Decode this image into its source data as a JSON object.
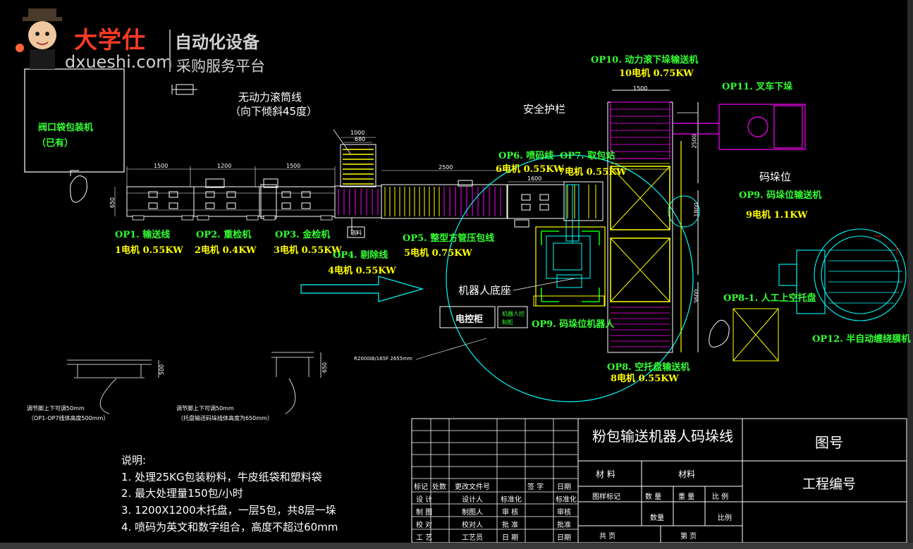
{
  "logo": {
    "brand": "大学仕",
    "domain": "dxueshi.com",
    "line1": "自动化设备",
    "line2": "采购服务平台"
  },
  "machine_labels": {
    "bagger": [
      "阀口袋包装机",
      "（已有）"
    ],
    "roller_note": [
      "无动力滚筒线",
      "（向下倾斜45度）"
    ],
    "guardrail": "安全护栏",
    "palletize_pos": "码垛位",
    "robot_base": "机器人底座",
    "control_cabinet": "电控柜",
    "robot_cabinet": [
      "机器人控",
      "制柜"
    ],
    "reject_sign": "剔料",
    "robot_model": "R2000iB/165F  2655mm"
  },
  "op_labels": [
    {
      "name": "OP1. 输送线",
      "motor": "1电机 0.55KW"
    },
    {
      "name": "OP2. 重检机",
      "motor": "2电机 0.4KW"
    },
    {
      "name": "OP3. 金检机",
      "motor": "3电机 0.55KW"
    },
    {
      "name": "OP4. 剔除线",
      "motor": "4电机 0.55KW"
    },
    {
      "name": "OP5. 整型方管压包线",
      "motor": "5电机 0.75KW"
    },
    {
      "name": "OP6. 喷码线",
      "motor": "6电机 0.55KW"
    },
    {
      "name": "OP7. 取包站",
      "motor": "7电机 0.55KW"
    },
    {
      "name": "OP8. 空托盘输送机",
      "motor": "8电机 0.55KW"
    },
    {
      "name": "OP8-1. 人工上空托盘"
    },
    {
      "name": "OP9. 码垛位输送机",
      "motor": "9电机 1.1KW"
    },
    {
      "name": "OP9. 码垛位机器人"
    },
    {
      "name": "OP10. 动力滚下垛输送机",
      "motor": "10电机 0.75KW"
    },
    {
      "name": "OP11. 叉车下垛"
    },
    {
      "name": "OP12. 半自动缠绕膜机"
    }
  ],
  "dimensions": {
    "d1500a": "1500",
    "d1200": "1200",
    "d1500b": "1500",
    "d1000": "1000",
    "d680": "680",
    "d2500": "2500",
    "d1600": "1600",
    "d1500c": "1500",
    "d2500v": "2500",
    "d1800": "1800",
    "d3600": "3600",
    "d650": "650",
    "d500": "500",
    "d650b": "650"
  },
  "leg_notes": {
    "left": [
      "调节脚上下可调50mm",
      "（OP1-OP7线体高度500mm）"
    ],
    "right": [
      "调节脚上下可调50mm",
      "（托盘输送码垛线体高度为650mm）"
    ]
  },
  "notes": {
    "title": "说明:",
    "items": [
      "1.  处理25KG包装粉料，牛皮纸袋和塑料袋",
      "2.  最大处理量150包/小时",
      "3.  1200X1200木托盘，一层5包，共8层一垛",
      "4.  喷码为英文和数字组合，高度不超过60mm"
    ]
  },
  "title_block": {
    "drawing_title": "粉包输送机器人码垛线",
    "drawing_no_label": "图号",
    "project_no_label": "工程编号",
    "material_label": "材  料",
    "material_value": "材料",
    "row_header": [
      "标记",
      "处数",
      "更改文件号",
      "签  字",
      "日期"
    ],
    "sign_rows": [
      [
        "设  计",
        "设计人",
        "标准化",
        "标准化"
      ],
      [
        "制  图",
        "制图人",
        "审  核",
        "审核"
      ],
      [
        "校  对",
        "校对人",
        "批  准",
        "批准"
      ],
      [
        "工  艺",
        "工艺员",
        "日  期",
        "日期"
      ]
    ],
    "stage_mark": "图样标记",
    "quantity": "数  量",
    "weight": "重  量",
    "scale": "比  例",
    "qty_value": "数量",
    "scale_value": "比例",
    "total_pages": "共    页",
    "page_no": "第    页"
  }
}
